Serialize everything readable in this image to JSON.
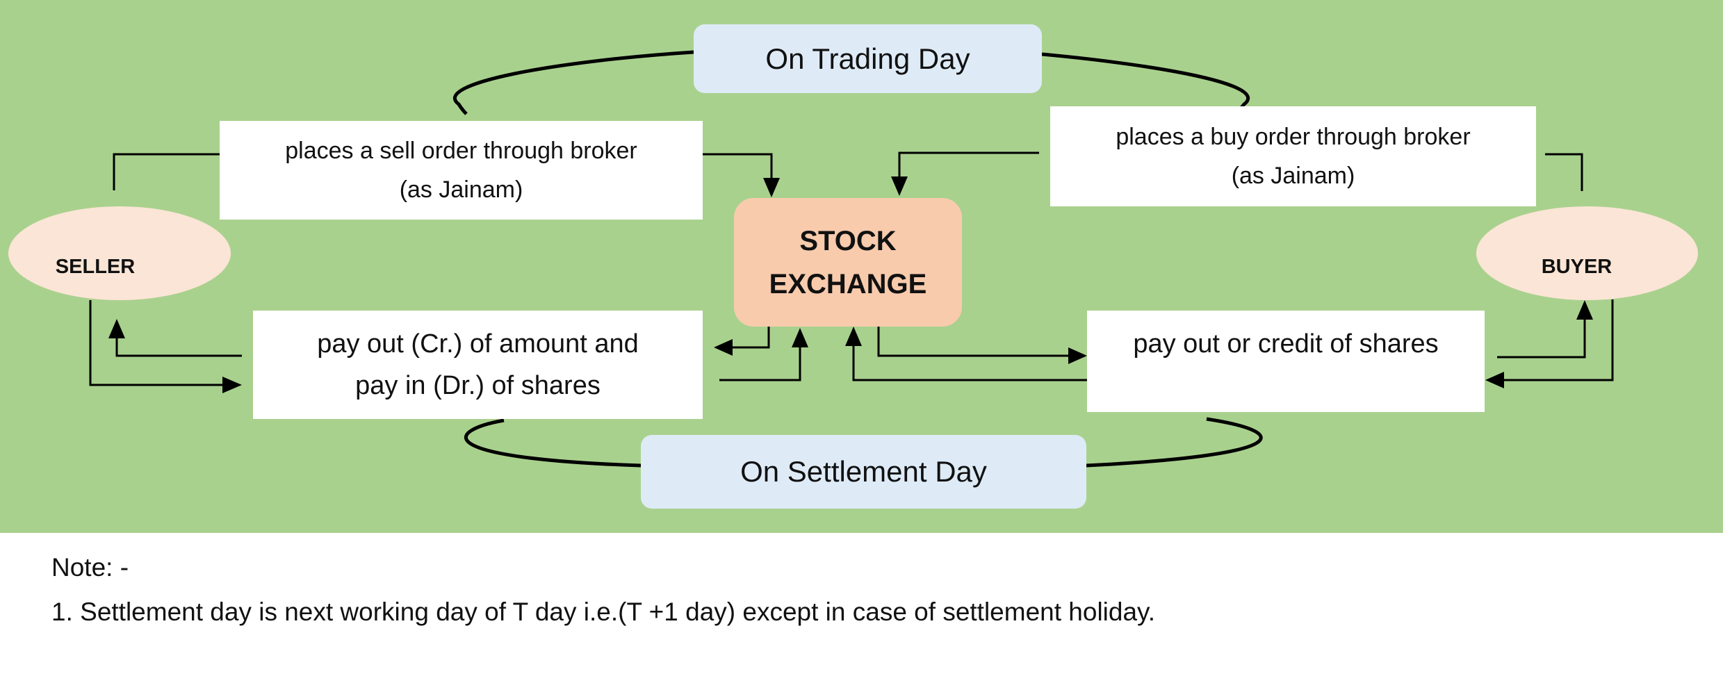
{
  "phases": {
    "trading": "On Trading Day",
    "settlement": "On Settlement Day"
  },
  "parties": {
    "seller": "SELLER",
    "buyer": "BUYER",
    "exchange_line1": "STOCK",
    "exchange_line2": "EXCHANGE"
  },
  "steps": {
    "sell_order_line1": "places a sell order through broker",
    "sell_order_line2": "(as Jainam)",
    "buy_order_line1": "places a buy order through broker",
    "buy_order_line2": "(as Jainam)",
    "seller_settlement_line1": "pay out (Cr.) of amount and",
    "seller_settlement_line2": "pay in (Dr.) of shares",
    "buyer_settlement": "pay out or credit of shares"
  },
  "note": {
    "heading": "Note: -",
    "items": [
      "1. Settlement day is next working day of T day i.e.(T +1 day) except in case of settlement holiday."
    ]
  },
  "colors": {
    "background": "#a9d18e",
    "phase_box": "#deebf7",
    "exchange": "#f8cbad",
    "party": "#fbe5d6"
  }
}
